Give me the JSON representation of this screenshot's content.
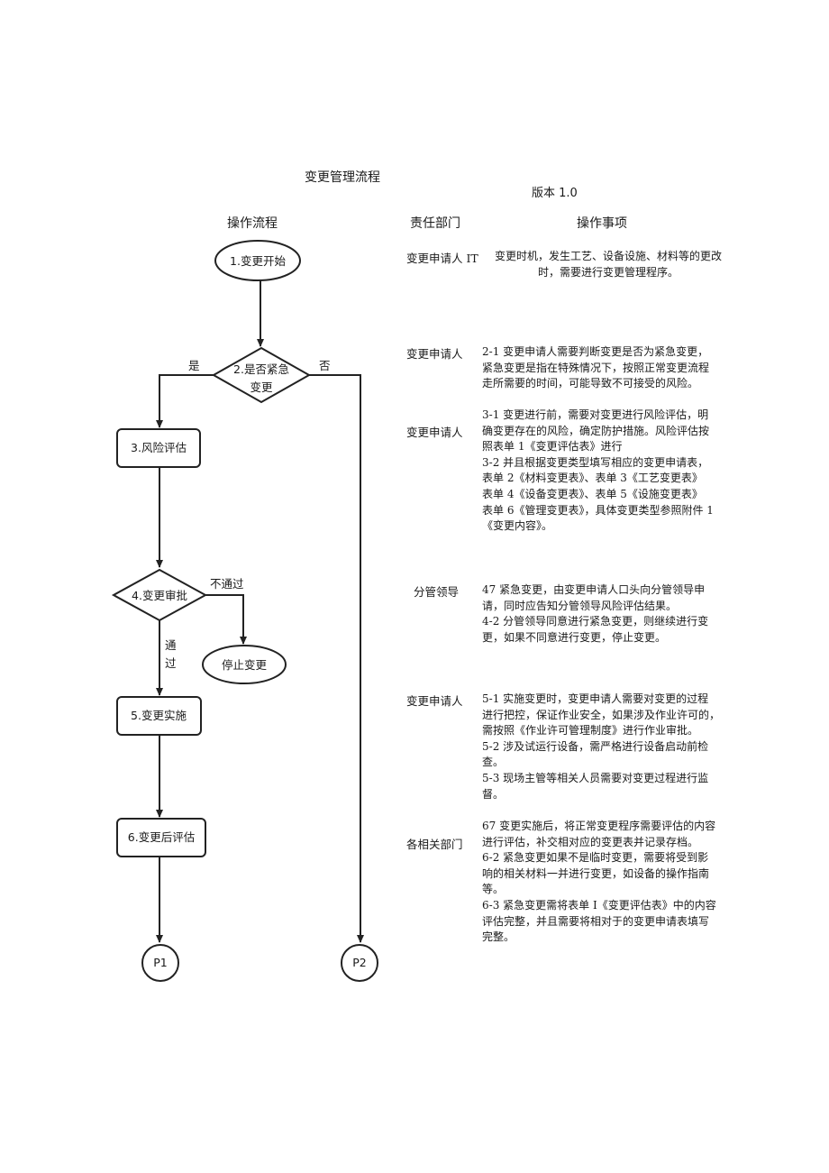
{
  "header": {
    "title": "变更管理流程",
    "version": "版本 1.0",
    "col_flow": "操作流程",
    "col_dept": "责任部门",
    "col_items": "操作事项"
  },
  "nodes": {
    "start": "1.变更开始",
    "urgent_line1": "2.是否紧急",
    "urgent_line2": "变更",
    "risk": "3.风险评估",
    "approve": "4.变更审批",
    "stop": "停止变更",
    "implement": "5.变更实施",
    "post_eval": "6.变更后评估",
    "p1": "P1",
    "p2": "P2"
  },
  "edges": {
    "yes": "是",
    "no": "否",
    "reject": "不通过",
    "pass_line1": "通",
    "pass_line2": "过"
  },
  "rows": [
    {
      "dept": "变更申请人 IT",
      "lines": [
        "变更时机，发生工艺、设备设施、材料等的更改",
        "时，需要进行变更管理程序。"
      ]
    },
    {
      "dept": "变更申请人",
      "lines": [
        "2-1 变更申请人需要判断变更是否为紧急变更，",
        "紧急变更是指在特殊情况下，按照正常变更流程",
        "走所需要的时间，可能导致不可接受的风险。"
      ]
    },
    {
      "dept": "变更申请人",
      "lines": [
        "3-1 变更进行前，需要对变更进行风险评估，明",
        "确变更存在的风险，确定防护措施。风险评估按",
        "照表单 1《变更评估表》进行",
        "3-2 并且根据变更类型填写相应的变更申请表，",
        "表单 2《材料变更表》、表单 3《工艺变更表》",
        "表单 4《设备变更表》、表单 5《设施变更表》",
        "表单 6《管理变更表》，具体变更类型参照附件 1",
        "《变更内容》。"
      ]
    },
    {
      "dept": "分管领导",
      "lines": [
        "47 紧急变更，由变更申请人口头向分管领导申",
        "请，同时应告知分管领导风险评估结果。",
        "4-2 分管领导同意进行紧急变更，则继续进行变",
        "更，如果不同意进行变更，停止变更。"
      ]
    },
    {
      "dept": "变更申请人",
      "lines": [
        "5-1 实施变更时，变更申请人需要对变更的过程",
        "进行把控，保证作业安全，如果涉及作业许可的，",
        "需按照《作业许可管理制度》进行作业审批。",
        "5-2 涉及试运行设备，需严格进行设备启动前检",
        "查。",
        "5-3 现场主管等相关人员需要对变更过程进行监",
        "督。"
      ]
    },
    {
      "dept": "各相关部门",
      "lines": [
        "67 变更实施后，将正常变更程序需要评估的内容",
        "进行评估，补交相对应的变更表并记录存档。",
        "6-2 紧急变更如果不是临时变更，需要将受到影",
        "响的相关材料一并进行变更，如设备的操作指南",
        "等。",
        "6-3 紧急变更需将表单 I《变更评估表》中的内容",
        "评估完整，并且需要将相对于的变更申请表填写",
        "完整。"
      ]
    }
  ]
}
